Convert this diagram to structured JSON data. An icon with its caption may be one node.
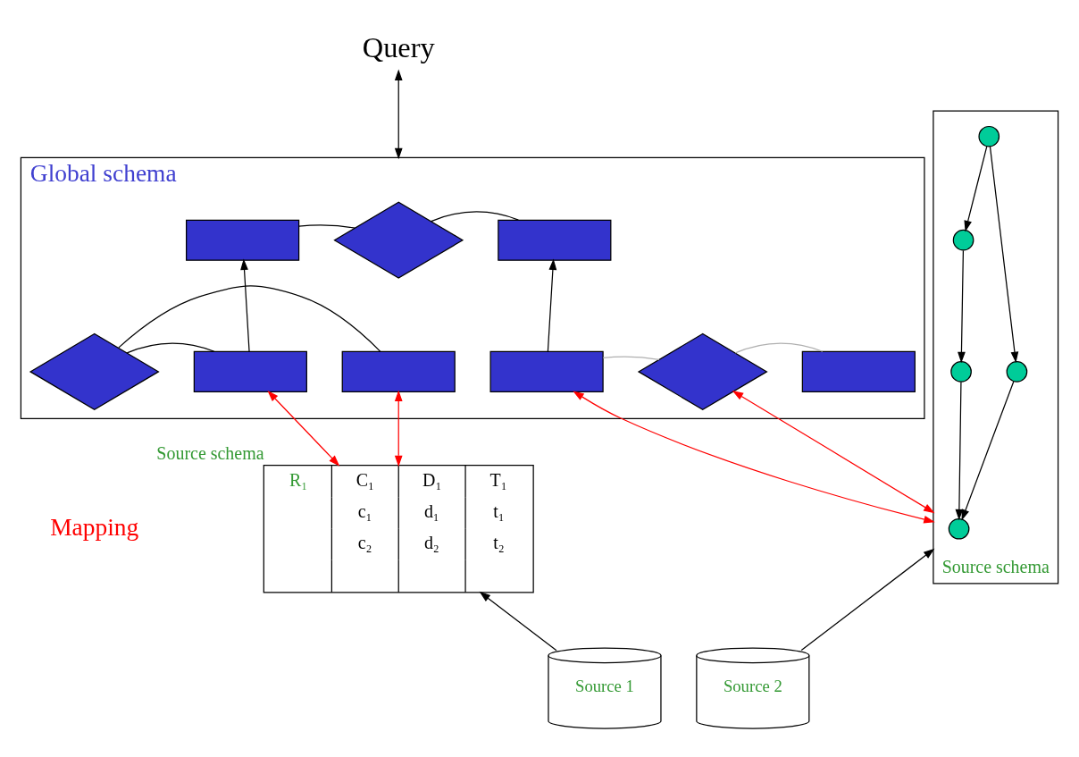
{
  "diagram": {
    "nodes": [
      {
        "text": [
          "Query"
        ]
      },
      {
        "text": [
          "Global schema"
        ]
      },
      {
        "text": [],
        "shape": "box",
        "in": 1
      },
      {
        "text": [],
        "shape": "diamond",
        "in": 1
      },
      {
        "text": [],
        "shape": "box",
        "in": 1
      },
      {
        "text": [],
        "shape": "box",
        "in": 1
      },
      {
        "text": [],
        "shape": "diamond",
        "in": 1
      },
      {
        "text": [],
        "shape": "box",
        "in": 1
      },
      {
        "text": [],
        "shape": "box",
        "in": 1
      },
      {
        "text": [],
        "shape": "diamond",
        "in": 1
      },
      {
        "text": [],
        "shape": "box",
        "in": 1
      },
      {
        "text": [
          "R₁",
          "C₁",
          "D₁",
          "T₁",
          "c₁",
          "d₁",
          "t₁",
          "c₂",
          "d₂",
          "t₂"
        ],
        "beside": [
          "Source schema"
        ]
      },
      {
        "text": [],
        "shape": "box",
        "beside": [
          "Source schema"
        ]
      },
      {
        "text": [],
        "shape": "circle",
        "in": 12
      },
      {
        "text": [],
        "shape": "circle",
        "in": 12
      },
      {
        "text": [],
        "shape": "circle",
        "in": 12
      },
      {
        "text": [],
        "shape": "circle",
        "in": 12
      },
      {
        "text": [],
        "shape": "circle",
        "in": 12
      },
      {
        "text": [
          "Source 1"
        ]
      },
      {
        "text": [
          "Source 2"
        ]
      }
    ],
    "edges": [
      {
        "from": 0,
        "to": 1,
        "arrow": "both"
      },
      {
        "from": 2,
        "to": 3,
        "arrow": "none"
      },
      {
        "from": 3,
        "to": 4,
        "arrow": "none"
      },
      {
        "from": 5,
        "to": 2,
        "arrow": "to"
      },
      {
        "from": 5,
        "to": 6,
        "arrow": "none"
      },
      {
        "from": 6,
        "to": 7,
        "arrow": "none"
      },
      {
        "from": 8,
        "to": 4,
        "arrow": "to"
      },
      {
        "from": 8,
        "to": 9,
        "arrow": "none",
        "color": "#b0b0b0"
      },
      {
        "from": 9,
        "to": 10,
        "arrow": "none",
        "color": "#b0b0b0"
      },
      {
        "from": 5,
        "to": 11,
        "arrow": "both",
        "color": "#ff0000"
      },
      {
        "from": 7,
        "to": 11,
        "arrow": "both",
        "color": "#ff0000"
      },
      {
        "from": 8,
        "to": 12,
        "arrow": "both",
        "color": "#ff0000"
      },
      {
        "from": 9,
        "to": 12,
        "arrow": "both",
        "color": "#ff0000"
      },
      {
        "from": 13,
        "to": 15,
        "arrow": "to"
      },
      {
        "from": 15,
        "to": 16,
        "arrow": "to"
      },
      {
        "from": 17,
        "to": 16,
        "arrow": "to"
      },
      {
        "from": 13,
        "to": 14,
        "arrow": "to"
      },
      {
        "from": 14,
        "to": 17,
        "arrow": "to"
      },
      {
        "from": 18,
        "to": 11,
        "arrow": "to"
      },
      {
        "from": 19,
        "to": 12,
        "arrow": "to"
      }
    ],
    "labels": [
      "Mapping"
    ]
  }
}
